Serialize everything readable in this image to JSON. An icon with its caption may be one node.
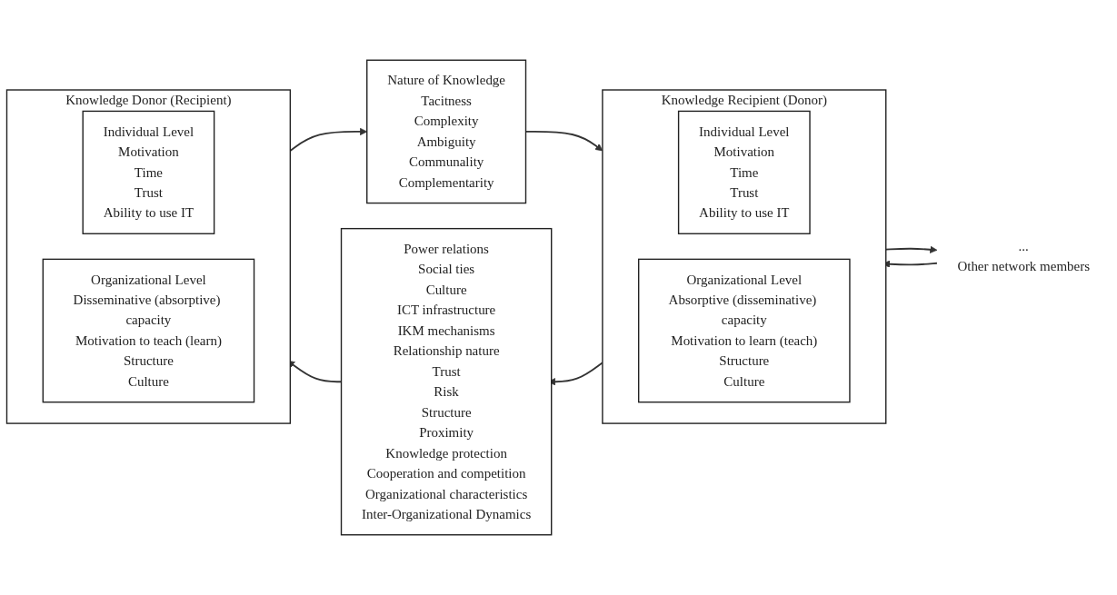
{
  "diagram": {
    "nodes": [
      {
        "text": [
          "Knowledge Donor (Recipient)"
        ]
      },
      {
        "text": [
          "Individual Level",
          "Motivation",
          "Time",
          "Trust",
          "Ability to use IT"
        ],
        "in": 0
      },
      {
        "text": [
          "Organizational Level",
          "Disseminative (absorptive) capacity",
          "Motivation to teach (learn)",
          "Structure",
          "Culture"
        ],
        "in": 0
      },
      {
        "text": [
          "Nature of Knowledge",
          "Tacitness",
          "Complexity",
          "Ambiguity",
          "Communality",
          "Complementarity"
        ]
      },
      {
        "text": [
          "Power relations",
          "Social ties",
          "Culture",
          "ICT infrastructure",
          "IKM mechanisms",
          "Relationship nature",
          "Trust",
          "Risk",
          "Structure",
          "Proximity",
          "Knowledge protection",
          "Cooperation and competition",
          "Organizational characteristics",
          "Inter-Organizational Dynamics"
        ]
      },
      {
        "text": [
          "Knowledge Recipient (Donor)"
        ]
      },
      {
        "text": [
          "Individual Level",
          "Motivation",
          "Time",
          "Trust",
          "Ability to use IT"
        ],
        "in": 5
      },
      {
        "text": [
          "Organizational Level",
          "Absorptive (disseminative) capacity",
          "Motivation to learn (teach)",
          "Structure",
          "Culture"
        ],
        "in": 5
      },
      {
        "text": [
          "...",
          "Other network members"
        ]
      }
    ],
    "edges": [
      {
        "from": 0,
        "to": 3,
        "arrow": "to"
      },
      {
        "from": 4,
        "to": 0,
        "arrow": "to"
      },
      {
        "from": 3,
        "to": 5,
        "arrow": "to"
      },
      {
        "from": 5,
        "to": 4,
        "arrow": "to"
      },
      {
        "from": 5,
        "to": 8,
        "arrow": "to"
      },
      {
        "from": 8,
        "to": 5,
        "arrow": "to"
      }
    ]
  }
}
